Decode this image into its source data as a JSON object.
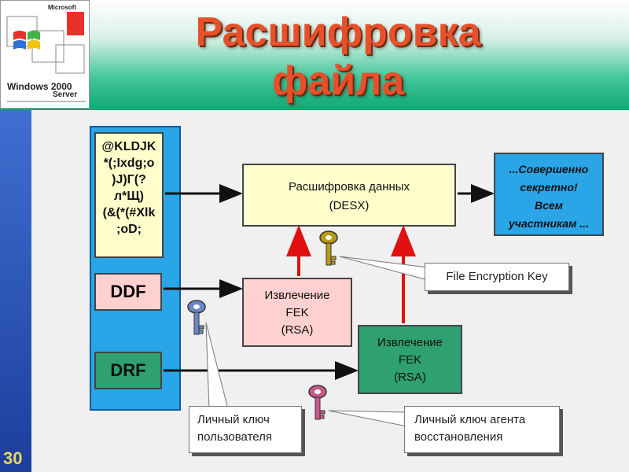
{
  "title": {
    "line1": "Расшифровка",
    "line2": "файла"
  },
  "logo": {
    "brand": "Microsoft",
    "product": "Windows 2000",
    "edition": "Server"
  },
  "cipher_text": [
    "@KLDJK",
    "*(;Ixdg;o",
    ")J)Г(?",
    "л*Щ)",
    "(&(*(#Xlk",
    ";oD;"
  ],
  "ddf_label": "DDF",
  "drf_label": "DRF",
  "decrypt_box": {
    "line1": "Расшифровка данных",
    "line2": "(DESX)"
  },
  "result_box": [
    "...Совершенно",
    "секретно!",
    "Всем",
    "участникам ..."
  ],
  "extract_user": [
    "Извлечение",
    "FEK",
    "(RSA)"
  ],
  "extract_agent": [
    "Извлечение",
    "FEK",
    "(RSA)"
  ],
  "callouts": {
    "fek": "File Encryption Key",
    "user_key": [
      "Личный ключ",
      "пользователя"
    ],
    "agent_key": [
      "Личный ключ агента",
      "восстановления"
    ]
  },
  "page_number": "30",
  "colors": {
    "title": "#e8502a",
    "arrow_red": "#e01010",
    "panel_blue": "#2aa5e8",
    "green": "#2fa070",
    "pink": "#ffd0d0",
    "yellow": "#ffffcc"
  }
}
